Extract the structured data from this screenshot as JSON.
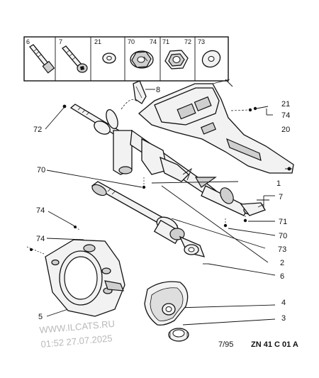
{
  "parts_box": {
    "cells": [
      {
        "ref": "6",
        "icon": "bolt-long-icon"
      },
      {
        "ref": "7",
        "icon": "socket-screw-icon"
      },
      {
        "ref": "21",
        "icon": "washer-icon"
      },
      {
        "ref": "70",
        "extra_ref": "74",
        "icon": "nut-with-washer-icon"
      },
      {
        "ref": "71",
        "extra_ref": "72",
        "icon": "hex-nut-icon"
      },
      {
        "ref": "73",
        "icon": "flat-washer-icon"
      }
    ]
  },
  "callouts": {
    "c8": "8",
    "c21": "21",
    "c74a": "74",
    "c20": "20",
    "c72": "72",
    "c70a": "70",
    "c1": "1",
    "c7": "7",
    "c74b": "74",
    "c71": "71",
    "c70b": "70",
    "c73": "73",
    "c74c": "74",
    "c2": "2",
    "c6": "6",
    "c5": "5",
    "c4": "4",
    "c3": "3"
  },
  "footer": {
    "date": "7/95",
    "code": "ZN 41 C 01 A"
  },
  "watermark": {
    "site": "WWW.ILCATS.RU",
    "stamp": "01:52 27.07.2025"
  }
}
